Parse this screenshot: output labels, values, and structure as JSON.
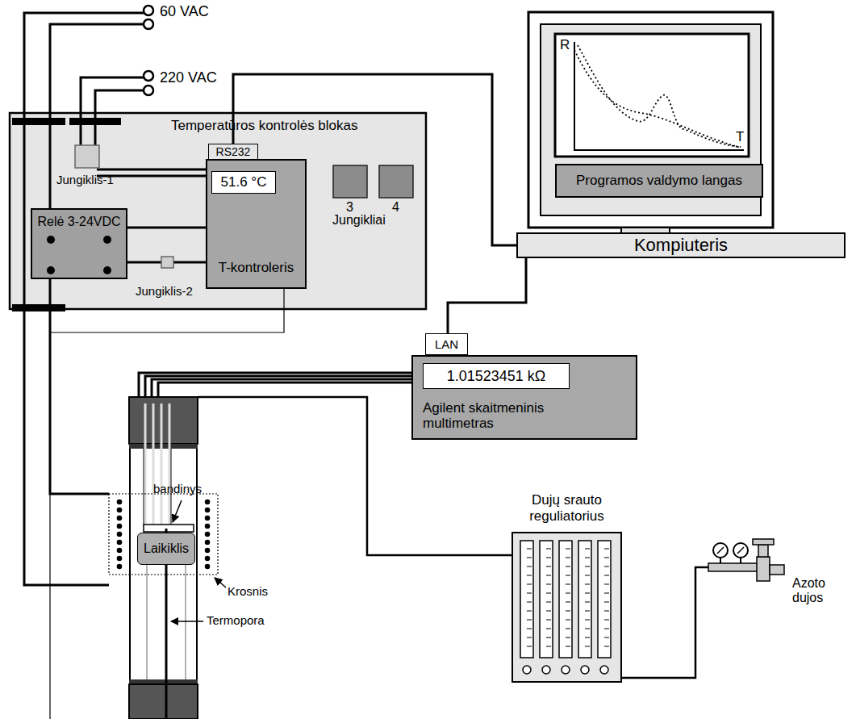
{
  "diagram": {
    "nodes": [
      {
        "text": [
          "Temperatūros kontrolės blokas"
        ]
      },
      {
        "text": [
          "RS232"
        ],
        "in": 0
      },
      {
        "text": [
          "T-kontroleris"
        ],
        "in": 0
      },
      {
        "text": [
          "51.6 °C"
        ],
        "in": 2
      },
      {
        "text": [
          "Relė 3-24VDC"
        ],
        "in": 0
      },
      {
        "text": [
          "Programos valdymo langas"
        ]
      },
      {
        "text": [
          "Kompiuteris"
        ]
      },
      {
        "text": [
          "LAN"
        ]
      },
      {
        "text": [
          "Agilent skaitmeninis multimetras"
        ]
      },
      {
        "text": [
          "1.01523451 kΩ"
        ],
        "in": 8
      },
      {
        "text": [
          "Laikiklis"
        ]
      },
      {
        "text": [
          "Dujų srauto reguliatorius"
        ]
      }
    ],
    "edges": [
      {
        "from": 1,
        "to": 6,
        "arrow": "none"
      },
      {
        "from": 6,
        "to": 7,
        "arrow": "none"
      }
    ],
    "labels": [
      "60 VAC",
      "220 VAC",
      "Jungiklis-1",
      "Jungiklis-2",
      "3",
      "4",
      "Jungikliai",
      "R",
      "T",
      "bandinys",
      "Krosnis",
      "Termopora",
      "Azoto dujos"
    ]
  }
}
